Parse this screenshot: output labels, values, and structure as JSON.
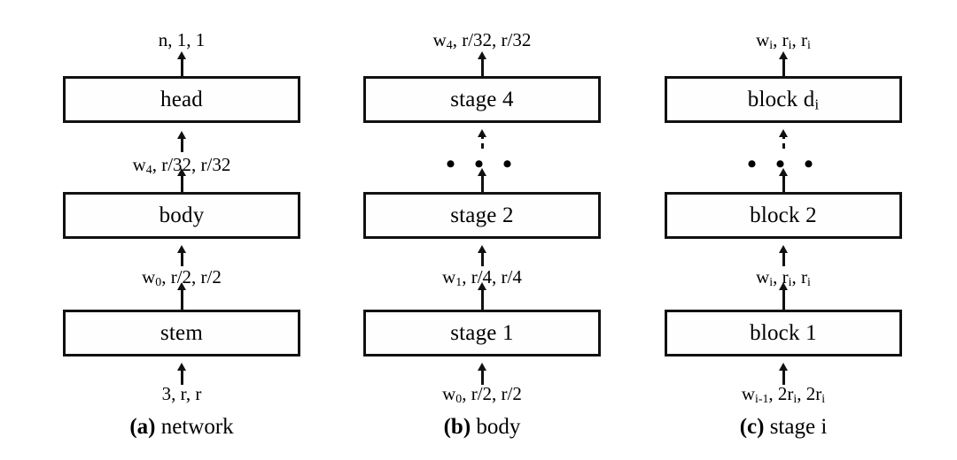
{
  "figure": {
    "background": "#ffffff",
    "ink": "#111111",
    "columns": [
      {
        "id": "network",
        "caption_tag": "(a)",
        "caption_text": "network",
        "output_label": "n, 1, 1",
        "boxes": [
          {
            "name": "head",
            "label": "head"
          },
          {
            "name": "body",
            "label": "body"
          },
          {
            "name": "stem",
            "label": "stem"
          }
        ],
        "edge_upper": {
          "w": "w",
          "w_sub": "4",
          "rest": ", r/32, r/32"
        },
        "edge_lower": {
          "w": "w",
          "w_sub": "0",
          "rest": ", r/2, r/2"
        },
        "input_label": {
          "w": "3",
          "w_sub": "",
          "rest": ", r, r"
        },
        "has_ellipsis": false
      },
      {
        "id": "body",
        "caption_tag": "(b)",
        "caption_text": "body",
        "output_label_parts": {
          "w": "w",
          "w_sub": "4",
          "rest": ", r/32, r/32"
        },
        "boxes": [
          {
            "name": "stage-4",
            "label": "stage 4"
          },
          {
            "name": "stage-2",
            "label": "stage 2"
          },
          {
            "name": "stage-1",
            "label": "stage 1"
          }
        ],
        "edge_lower": {
          "w": "w",
          "w_sub": "1",
          "rest": ", r/4, r/4"
        },
        "input_label": {
          "w": "w",
          "w_sub": "0",
          "rest": ", r/2, r/2"
        },
        "has_ellipsis": true,
        "ellipsis": "• • •"
      },
      {
        "id": "stage-i",
        "caption_tag": "(c)",
        "caption_text": "stage i",
        "output_label_parts": {
          "w": "w",
          "w_sub": "i",
          "rest": ", r",
          "rest_sub": "i",
          "rest2": ", r",
          "rest2_sub": "i"
        },
        "boxes": [
          {
            "name": "block-di",
            "label": "block d",
            "label_sub": "i"
          },
          {
            "name": "block-2",
            "label": "block 2"
          },
          {
            "name": "block-1",
            "label": "block 1"
          }
        ],
        "has_ellipsis": true,
        "ellipsis": "• • •"
      }
    ]
  },
  "col_a": {
    "output": "n, 1, 1",
    "box_top": "head",
    "label_upper_main": "w",
    "label_upper_sub": "4",
    "label_upper_rest": ", r/32, r/32",
    "box_mid": "body",
    "label_lower_main": "w",
    "label_lower_sub": "0",
    "label_lower_rest": ", r/2, r/2",
    "box_bottom": "stem",
    "input": "3, r, r",
    "caption_tag": "(a)",
    "caption_text": "network"
  },
  "col_b": {
    "output_main": "w",
    "output_sub": "4",
    "output_rest": ", r/32, r/32",
    "box_top": "stage 4",
    "ellipsis": "• • •",
    "box_mid": "stage 2",
    "label_lower_main": "w",
    "label_lower_sub": "1",
    "label_lower_rest": ", r/4, r/4",
    "box_bottom": "stage 1",
    "input_main": "w",
    "input_sub": "0",
    "input_rest": ", r/2, r/2",
    "caption_tag": "(b)",
    "caption_text": "body"
  },
  "col_c": {
    "output_main": "w",
    "output_sub": "i",
    "output_mid": ", r",
    "output_mid_sub": "i",
    "output_end": ", r",
    "output_end_sub": "i",
    "box_top_main": "block d",
    "box_top_sub": "i",
    "ellipsis": "• • •",
    "box_mid": "block 2",
    "label_lower_main": "w",
    "label_lower_sub": "i",
    "label_lower_mid": ", r",
    "label_lower_mid_sub": "i",
    "label_lower_end": ", r",
    "label_lower_end_sub": "i",
    "box_bottom": "block 1",
    "input_main": "w",
    "input_sub": "i-1",
    "input_mid": ", 2r",
    "input_mid_sub": "i",
    "input_end": ", 2r",
    "input_end_sub": "i",
    "caption_tag": "(c)",
    "caption_text": "stage i"
  }
}
